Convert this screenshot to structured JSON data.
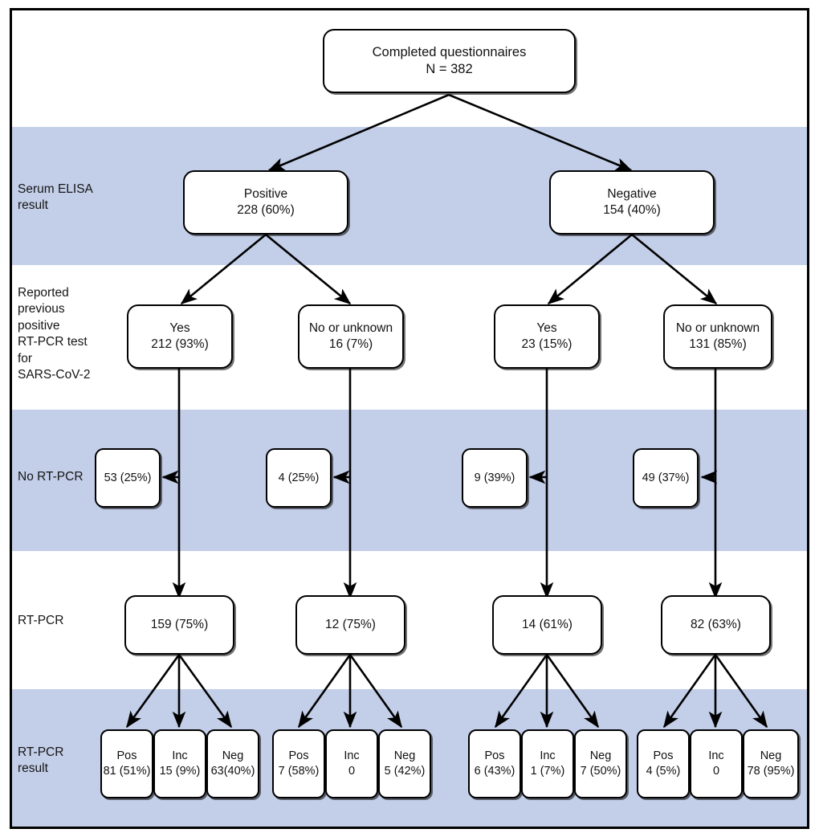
{
  "figure": {
    "type": "flowchart",
    "band_color": "#c3cee8",
    "box_fill": "#ffffff",
    "line_color": "#000000"
  },
  "row_labels": [
    {
      "id": "serum-elisa-result",
      "text": "Serum ELISA\nresult"
    },
    {
      "id": "reported-previous-positive-rtpcr",
      "text": "Reported\nprevious\npositive\nRT-PCR test\nfor\nSARS-CoV-2"
    },
    {
      "id": "no-rt-pcr",
      "text": "No RT-PCR"
    },
    {
      "id": "rt-pcr",
      "text": "RT-PCR"
    },
    {
      "id": "rt-pcr-result",
      "text": "RT-PCR\nresult"
    }
  ],
  "nodes": {
    "root": {
      "line1": "Completed questionnaires",
      "line2": "N = 382"
    },
    "elisa_positive": {
      "line1": "Positive",
      "line2": "228 (60%)"
    },
    "elisa_negative": {
      "line1": "Negative",
      "line2": "154 (40%)"
    },
    "pos_yes": {
      "line1": "Yes",
      "line2": "212 (93%)"
    },
    "pos_no": {
      "line1": "No or unknown",
      "line2": "16 (7%)"
    },
    "neg_yes": {
      "line1": "Yes",
      "line2": "23 (15%)"
    },
    "neg_no": {
      "line1": "No or unknown",
      "line2": "131 (85%)"
    },
    "no_pcr_1": {
      "line1": "53 (25%)"
    },
    "no_pcr_2": {
      "line1": "4 (25%)"
    },
    "no_pcr_3": {
      "line1": "9 (39%)"
    },
    "no_pcr_4": {
      "line1": "49 (37%)"
    },
    "pcr_1": {
      "line1": "159 (75%)"
    },
    "pcr_2": {
      "line1": "12 (75%)"
    },
    "pcr_3": {
      "line1": "14 (61%)"
    },
    "pcr_4": {
      "line1": "82 (63%)"
    },
    "res_1_pos": {
      "line1": "Pos",
      "line2": "81 (51%)"
    },
    "res_1_inc": {
      "line1": "Inc",
      "line2": "15 (9%)"
    },
    "res_1_neg": {
      "line1": "Neg",
      "line2": "63(40%)"
    },
    "res_2_pos": {
      "line1": "Pos",
      "line2": "7 (58%)"
    },
    "res_2_inc": {
      "line1": "Inc",
      "line2": "0"
    },
    "res_2_neg": {
      "line1": "Neg",
      "line2": "5 (42%)"
    },
    "res_3_pos": {
      "line1": "Pos",
      "line2": "6 (43%)"
    },
    "res_3_inc": {
      "line1": "Inc",
      "line2": "1 (7%)"
    },
    "res_3_neg": {
      "line1": "Neg",
      "line2": "7 (50%)"
    },
    "res_4_pos": {
      "line1": "Pos",
      "line2": "4 (5%)"
    },
    "res_4_inc": {
      "line1": "Inc",
      "line2": "0"
    },
    "res_4_neg": {
      "line1": "Neg",
      "line2": "78 (95%)"
    }
  }
}
